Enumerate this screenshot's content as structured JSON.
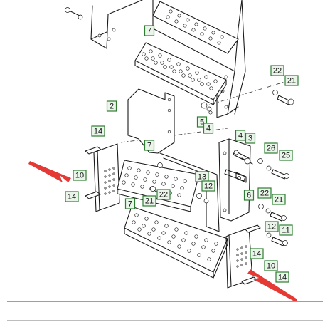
{
  "diagram": {
    "callouts": [
      {
        "label": "7"
      },
      {
        "label": "22"
      },
      {
        "label": "21"
      },
      {
        "label": "2"
      },
      {
        "label": "5"
      },
      {
        "label": "4"
      },
      {
        "label": "14"
      },
      {
        "label": "10"
      },
      {
        "label": "14"
      },
      {
        "label": "7"
      },
      {
        "label": "4"
      },
      {
        "label": "3"
      },
      {
        "label": "26"
      },
      {
        "label": "25"
      },
      {
        "label": "13"
      },
      {
        "label": "12"
      },
      {
        "label": "22"
      },
      {
        "label": "21"
      },
      {
        "label": "6"
      },
      {
        "label": "22"
      },
      {
        "label": "21"
      },
      {
        "label": "7"
      },
      {
        "label": "12"
      },
      {
        "label": "11"
      },
      {
        "label": "14"
      },
      {
        "label": "10"
      },
      {
        "label": "14"
      }
    ],
    "arrow_color": "#e53935",
    "callout_border_color": "#2e7d32",
    "callout_fill_color": "#eaf5ea"
  }
}
